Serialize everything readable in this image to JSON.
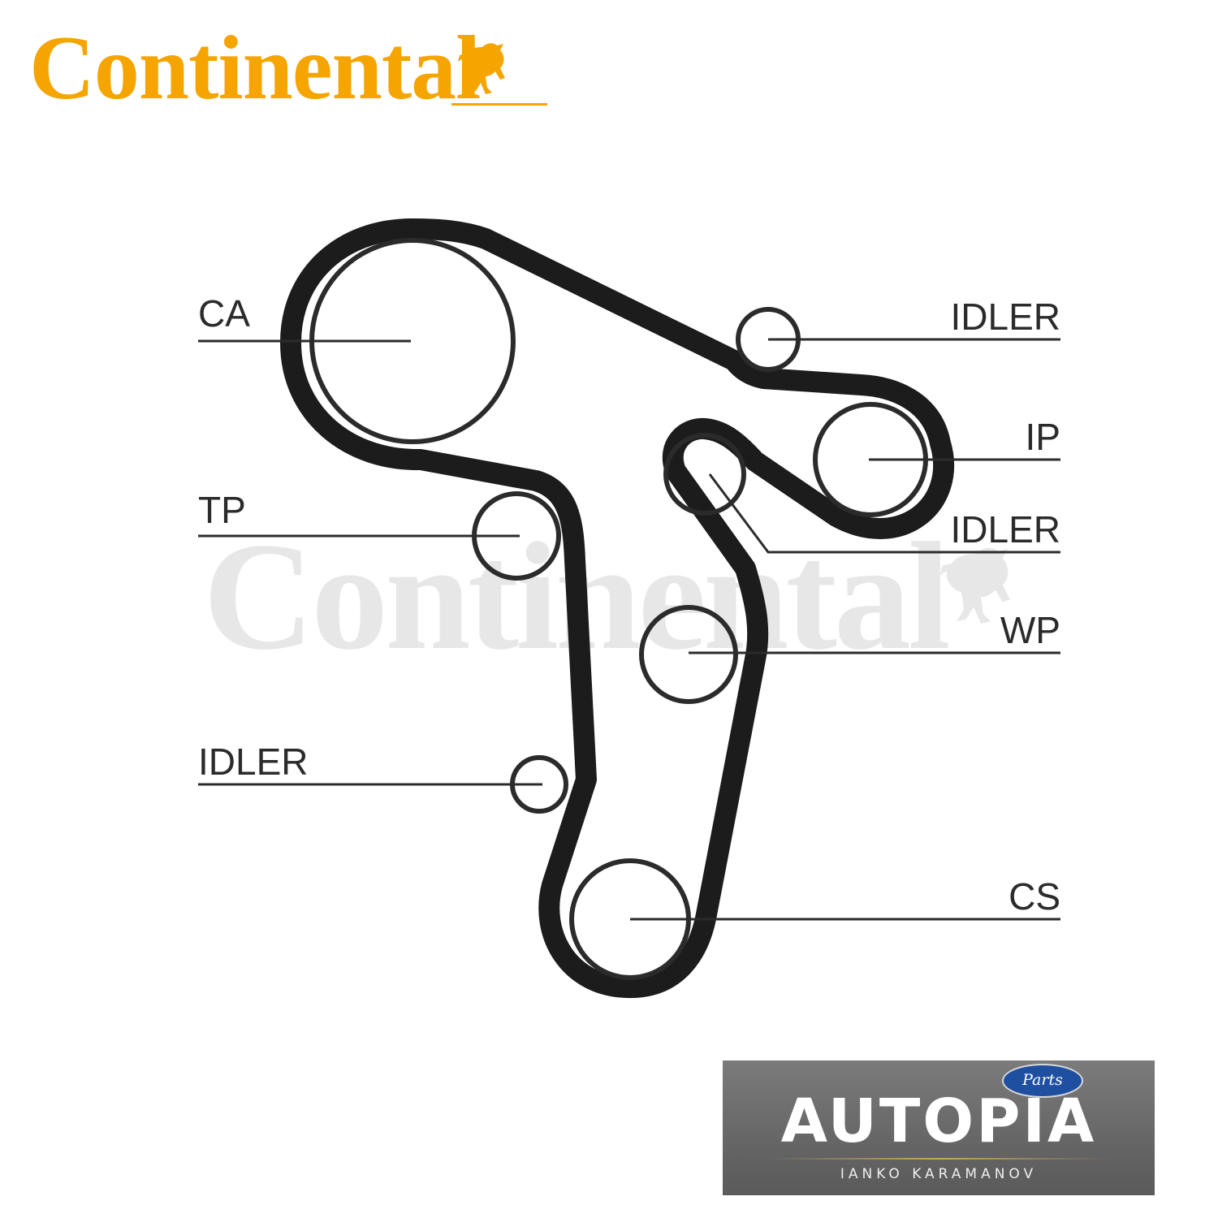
{
  "brand": {
    "name": "Continental",
    "color": "#f5a400",
    "watermark_color": "#8c8c8c",
    "icon": "prancing-horse-icon"
  },
  "diagram": {
    "belt_color": "#1c1c1c",
    "line_color": "#2b2b2b",
    "components": [
      {
        "id": "ca",
        "label": "CA"
      },
      {
        "id": "idler-top",
        "label": "IDLER"
      },
      {
        "id": "ip",
        "label": "IP"
      },
      {
        "id": "idler-mid",
        "label": "IDLER"
      },
      {
        "id": "tp",
        "label": "TP"
      },
      {
        "id": "wp",
        "label": "WP"
      },
      {
        "id": "idler-low",
        "label": "IDLER"
      },
      {
        "id": "cs",
        "label": "CS"
      }
    ]
  },
  "dealer": {
    "name": "AUTOPIA",
    "subtitle": "IANKO KARAMANOV",
    "badge": "Parts",
    "badge_color": "#1e4fa0",
    "panel_color": "#6c6c6c"
  }
}
